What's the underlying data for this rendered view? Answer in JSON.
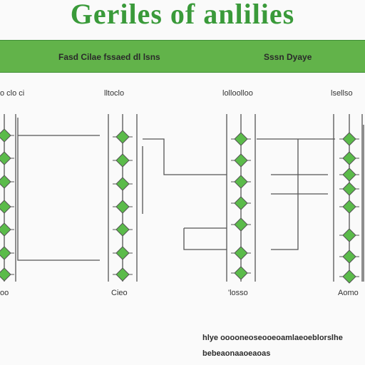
{
  "title": "Geriles of anlilies",
  "banner": {
    "left_label": "Fasd Cilae fssaed dl lsns",
    "right_label": "Sssn Dyaye"
  },
  "columns": [
    {
      "top_label": "o clo ci",
      "bottom_label": "oo"
    },
    {
      "top_label": "lltoclo",
      "bottom_label": "Cieo"
    },
    {
      "top_label": "lolloolloo",
      "bottom_label": "'losso"
    },
    {
      "top_label": "lsellso",
      "bottom_label": "Aomo"
    }
  ],
  "footnote": {
    "line1": "hlye ooooneoseooeoamlaeoeblorslhe",
    "line2": "bebeaonaaoeaoas"
  },
  "colors": {
    "accent": "#3a9a3a",
    "node_fill": "#5bbb4a",
    "line": "#555555"
  }
}
